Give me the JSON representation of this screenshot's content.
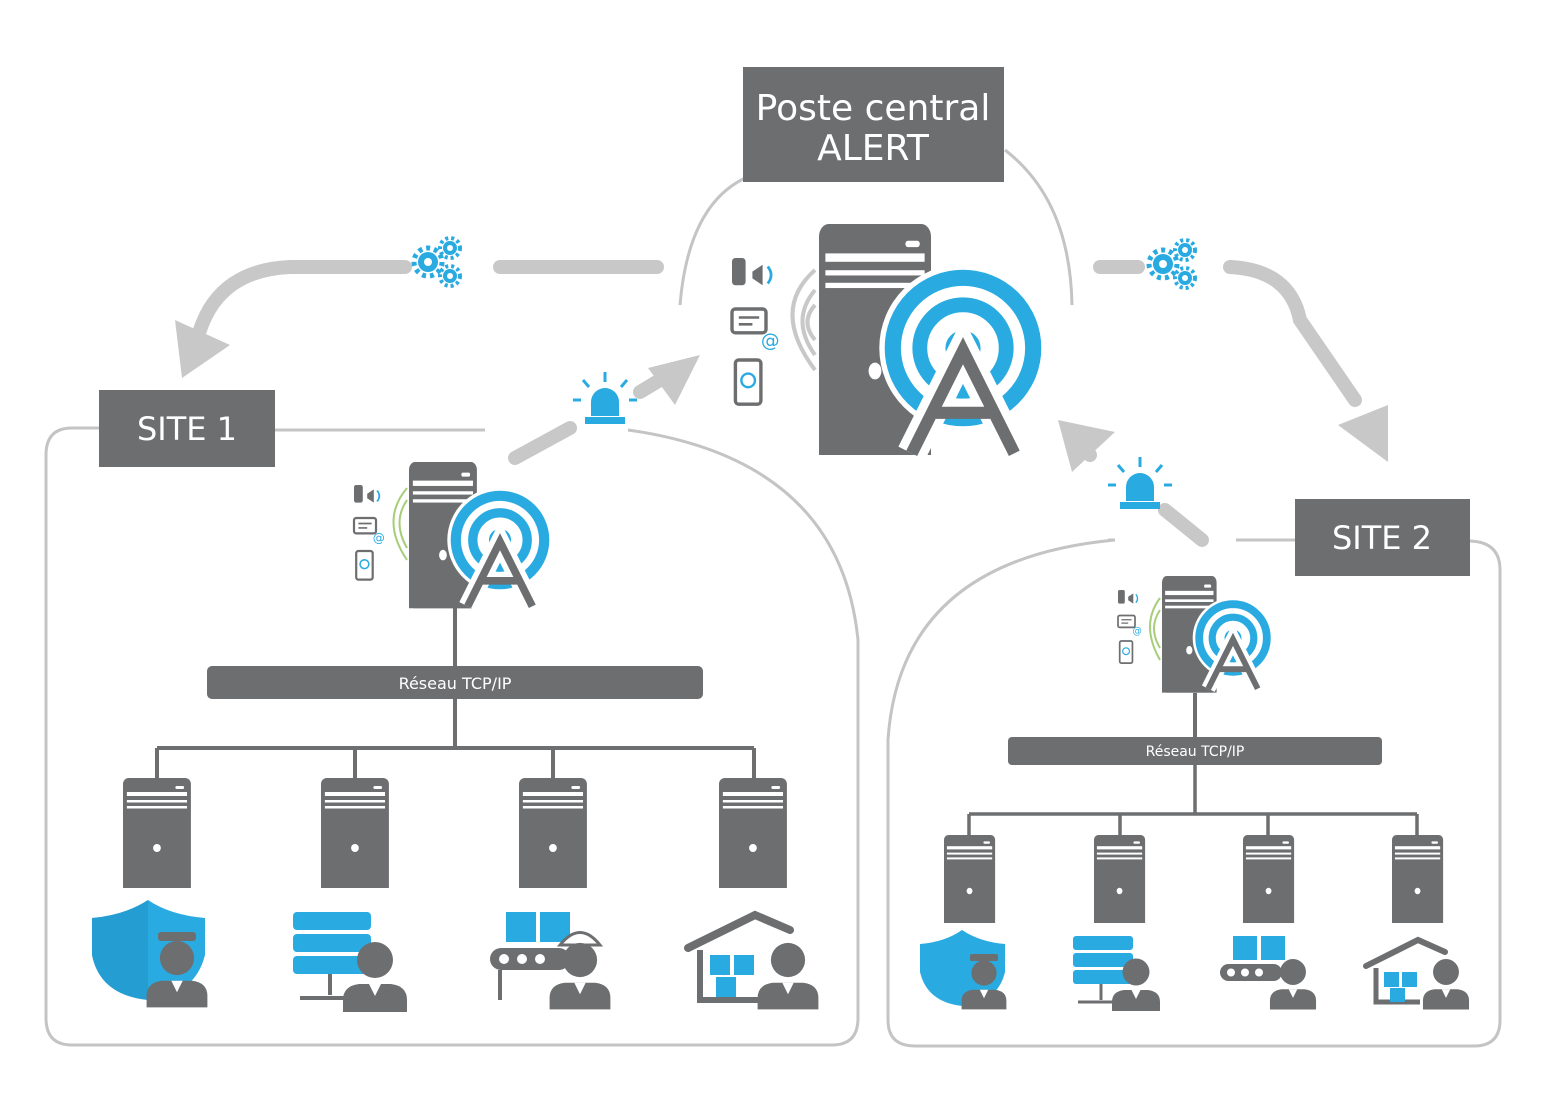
{
  "central": {
    "line1": "Poste central",
    "line2": "ALERT"
  },
  "site1": {
    "label": "SITE 1",
    "network": "Réseau TCP/IP"
  },
  "site2": {
    "label": "SITE 2",
    "network": "Réseau TCP/IP"
  },
  "icons": {
    "workstations": [
      "security-guard-icon",
      "it-operator-icon",
      "production-worker-icon",
      "warehouse-worker-icon"
    ],
    "flows": [
      "configuration-gears-icon",
      "alarm-beacon-icon"
    ]
  },
  "colors": {
    "gray": "#6d6e70",
    "blue": "#29abe2",
    "green": "#a6ce7a",
    "arrow": "#c8c8c8",
    "outline": "#c4c4c4"
  }
}
